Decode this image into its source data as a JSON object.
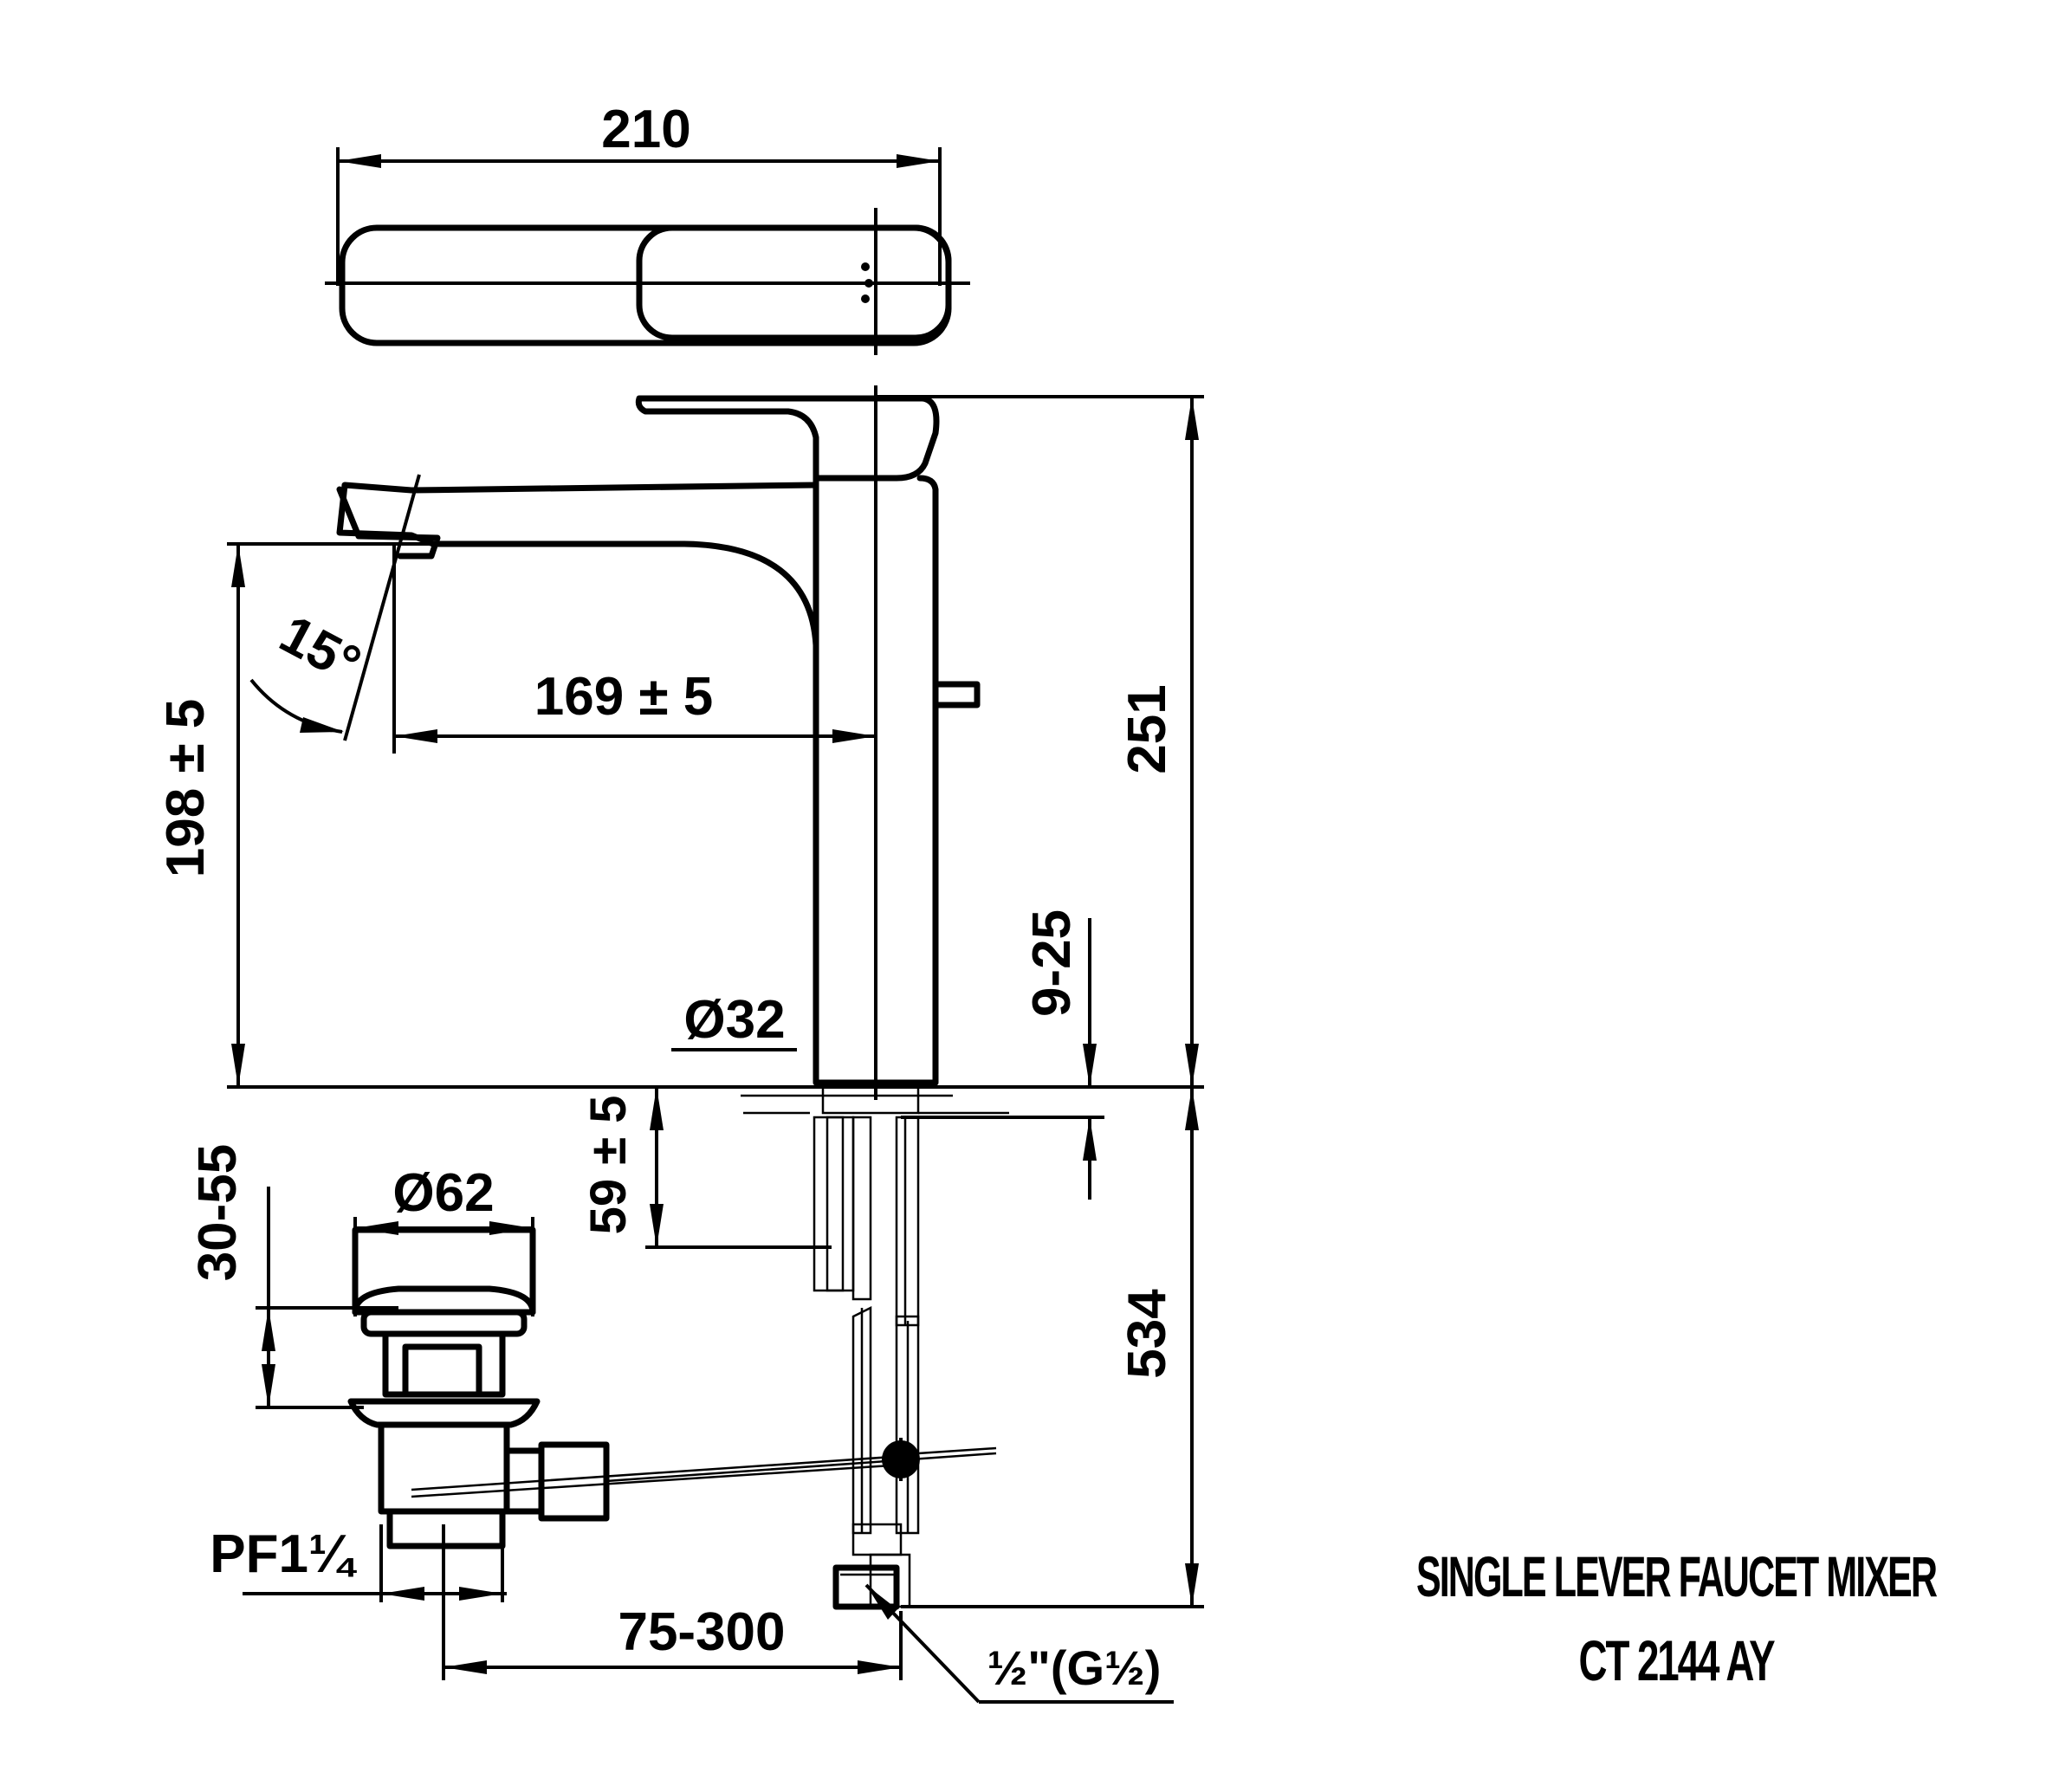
{
  "title": {
    "line1": "SINGLE LEVER FAUCET MIXER",
    "line2": "CT 2144 AY"
  },
  "dimensions": {
    "top_width": "210",
    "spout_angle": "15°",
    "spout_reach": "169 ± 5",
    "spout_height": "198 ± 5",
    "total_height": "251",
    "body_diameter": "Ø32",
    "deck_thickness": "9-25",
    "shank_length": "59 ± 5",
    "pipe_length": "534",
    "waste_diameter": "Ø62",
    "waste_range": "30-55",
    "waste_thread": "PF1¼",
    "rod_range": "75-300",
    "inlet_thread": "½\"(G½)"
  }
}
